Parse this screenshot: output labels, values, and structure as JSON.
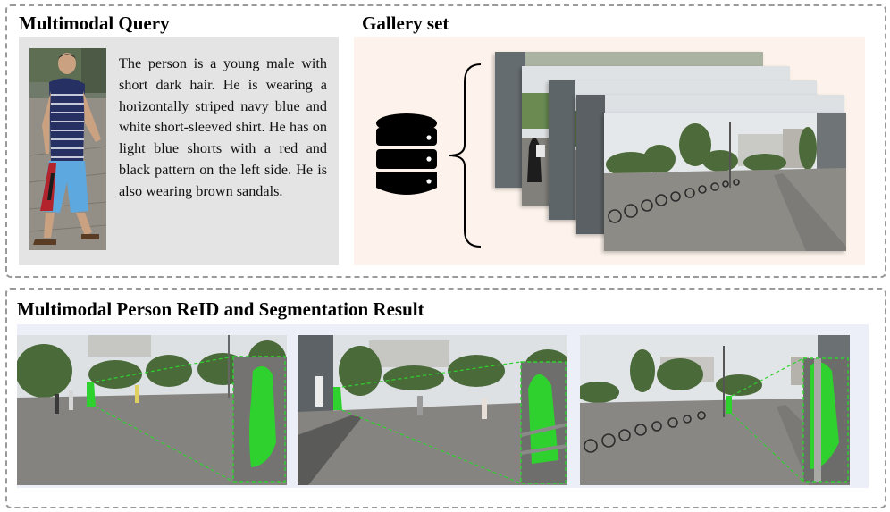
{
  "sections": {
    "query_title": "Multimodal Query",
    "gallery_title": "Gallery set",
    "result_title": "Multimodal Person ReID and Segmentation Result"
  },
  "query": {
    "description": "The person is a young male with short dark hair. He is wearing a horizontally striped navy blue and white short-sleeved shirt. He has on light blue shorts with a red and black pattern on the left side. He is also wearing brown sandals."
  },
  "icons": {
    "database": "database-icon",
    "bracket": "left-brace-icon"
  },
  "colors": {
    "mask_green": "#2fd12f",
    "query_bg": "#e4e4e4",
    "gallery_bg": "#fdf3ec",
    "result_bg": "#eceff7"
  }
}
